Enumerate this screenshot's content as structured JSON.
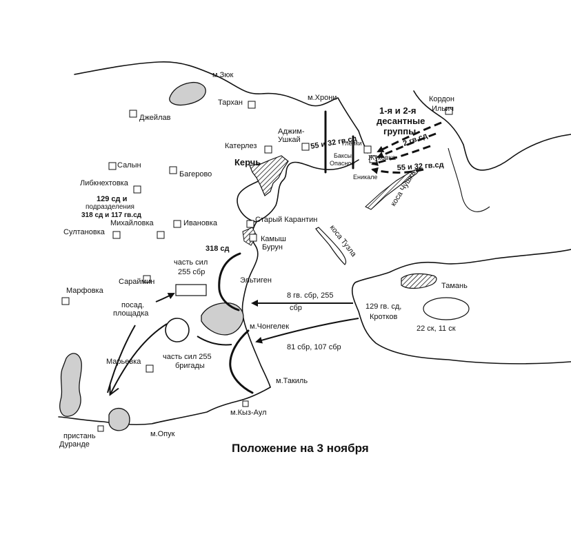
{
  "title": "Положение на 3 ноября",
  "places": {
    "zyuk": "м.Зюк",
    "tarkhan": "Тархан",
    "khroni": "м.Хрони",
    "kordon_line1": "Кордон",
    "kordon_line2": "Ильич",
    "dzheylav": "Джейлав",
    "adzhim_line1": "Аджим-",
    "adzhim_line2": "Ушкай",
    "katerlez": "Катерлез",
    "kerch": "Керчь",
    "gleyki": "Глейки",
    "baksy": "Баксы",
    "opasnoe": "Опасное",
    "zhukovka": "Жуковка",
    "enikale": "Еникале",
    "salyn": "Салын",
    "bagerovo": "Багерово",
    "liebknekhtovka": "Либкнехтовка",
    "mikhaylovka": "Михайловка",
    "ivanovka": "Ивановка",
    "sultanovka": "Султановка",
    "stary_karantin": "Старый Карантин",
    "kamysh_line1": "Камыш",
    "kamysh_line2": "Бурун",
    "kosa_tuzla": "коса Тузла",
    "kosa_chushka": "коса Чушка",
    "eltigen": "Эльтиген",
    "saraymin": "Сараймин",
    "marfovka": "Марфовка",
    "taman": "Тамань",
    "chongelek": "м.Чонгелек",
    "maryevka": "Марьевка",
    "takil": "м.Такиль",
    "kyz_aul": "м.Кыз-Аул",
    "opuk": "м.Опук",
    "pristan_line1": "пристань",
    "pristan_line2": "Дуранде"
  },
  "units": {
    "landing_groups_line1": "1-я и 2-я",
    "landing_groups_line2": "десантные",
    "landing_groups_line3": "группы",
    "gv55_32_north": "55 и 32 гв.сд",
    "gv2": "2 гв.сд",
    "gv55_32_south": "55 и 32 гв.сд",
    "sd129_line1": "129 сд и",
    "sd129_line2": "подразделения",
    "sd129_line3": "318 сд и 117 гв.сд",
    "sd318": "318 сд",
    "sbr255_part_line1": "часть сил",
    "sbr255_part_line2": "255 сбр",
    "landing_site_line1": "посад.",
    "landing_site_line2": "площадка",
    "brigade_part_line1": "часть сил 255",
    "brigade_part_line2": "бригады",
    "sbr8_255_line1": "8 гв. сбр, 255",
    "sbr8_255_line2": "сбр",
    "gv129_line1": "129 гв. сд,",
    "gv129_line2": "Кротков",
    "sk22_11": "22 ск, 11 ск",
    "sbr81_107": "81 сбр, 107 сбр"
  }
}
